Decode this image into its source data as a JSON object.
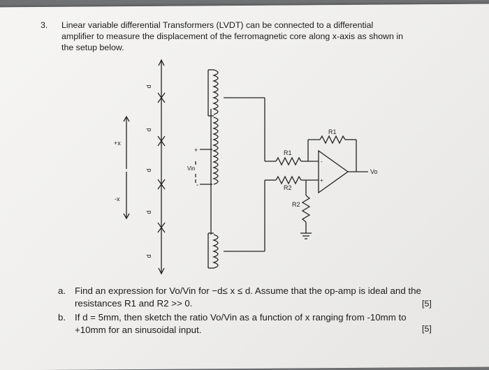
{
  "question": {
    "number": "3.",
    "intro_lines": [
      "Linear variable differential Transformers (LVDT) can be connected to a differential",
      "amplifier to measure the displacement of the ferromagnetic core along x-axis as shown in",
      "the setup below."
    ]
  },
  "diagram": {
    "labels": {
      "d": "d",
      "plus_x": "+x",
      "minus_x": "-x",
      "plus_sign": "+",
      "minus_sign": "-",
      "vin": "Vin",
      "r1": "R1",
      "r2": "R2",
      "vo": "Vo"
    }
  },
  "parts": {
    "a": {
      "label": "a.",
      "line1": "Find an expression for Vo/Vin for −d≤ x ≤ d. Assume that the op-amp is ideal and the",
      "line2": "resistances R1 and R2 >> 0.",
      "marks": "[5]"
    },
    "b": {
      "label": "b.",
      "line1": "If d = 5mm, then sketch the ratio Vo/Vin as a function of x ranging from -10mm to",
      "line2": "+10mm for an sinusoidal input.",
      "marks": "[5]"
    }
  }
}
